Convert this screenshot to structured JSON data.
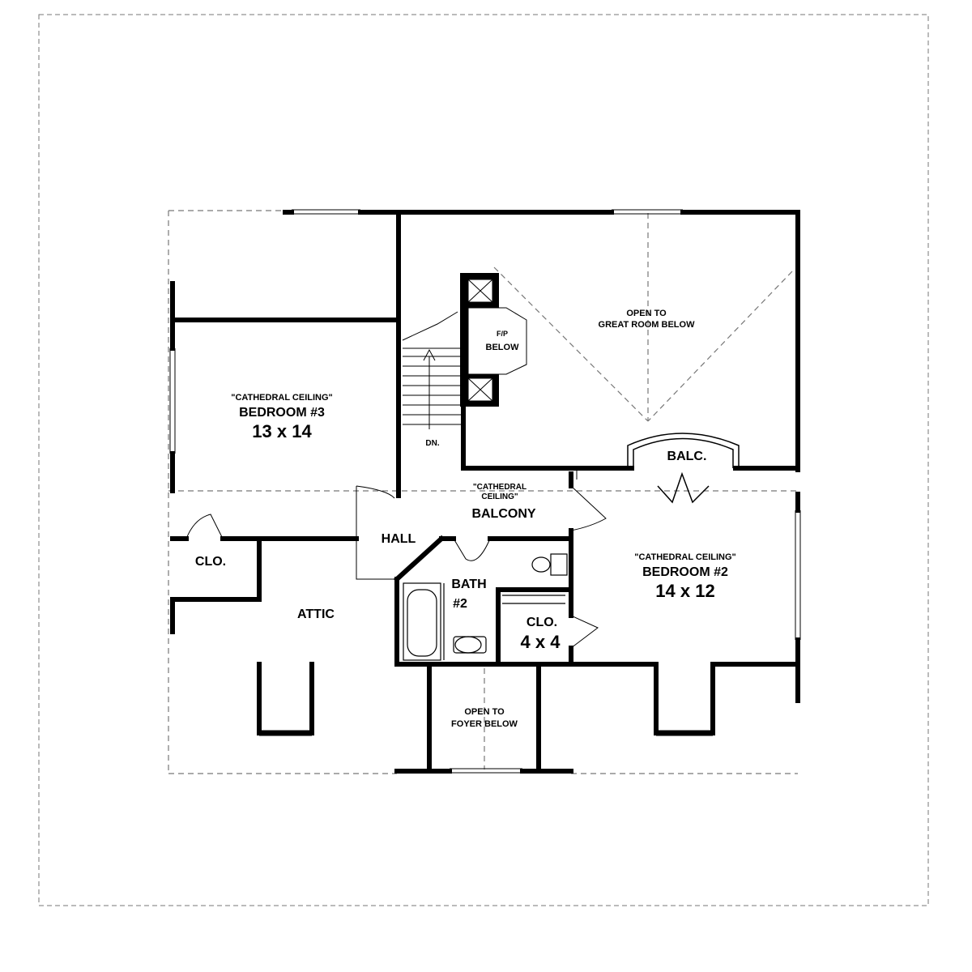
{
  "rooms": {
    "bedroom3": {
      "note": "\"CATHEDRAL CEILING\"",
      "name": "BEDROOM #3",
      "size": "13 x 14"
    },
    "bedroom2": {
      "note": "\"CATHEDRAL CEILING\"",
      "name": "BEDROOM #2",
      "size": "14 x 12"
    },
    "balcony": {
      "note_line1": "\"CATHEDRAL",
      "note_line2": "CEILING\"",
      "name": "BALCONY"
    },
    "great_room": {
      "line1": "OPEN TO",
      "line2": "GREAT ROOM BELOW"
    },
    "fireplace": {
      "line1": "F/P",
      "line2": "BELOW"
    },
    "stairs": {
      "label": "DN."
    },
    "balc": {
      "label": "BALC."
    },
    "hall": {
      "label": "HALL"
    },
    "closet_left": {
      "label": "CLO."
    },
    "attic": {
      "label": "ATTIC"
    },
    "bath2": {
      "line1": "BATH",
      "line2": "#2"
    },
    "closet_right": {
      "line1": "CLO.",
      "line2": "4 x 4"
    },
    "foyer": {
      "line1": "OPEN TO",
      "line2": "FOYER BELOW"
    }
  }
}
